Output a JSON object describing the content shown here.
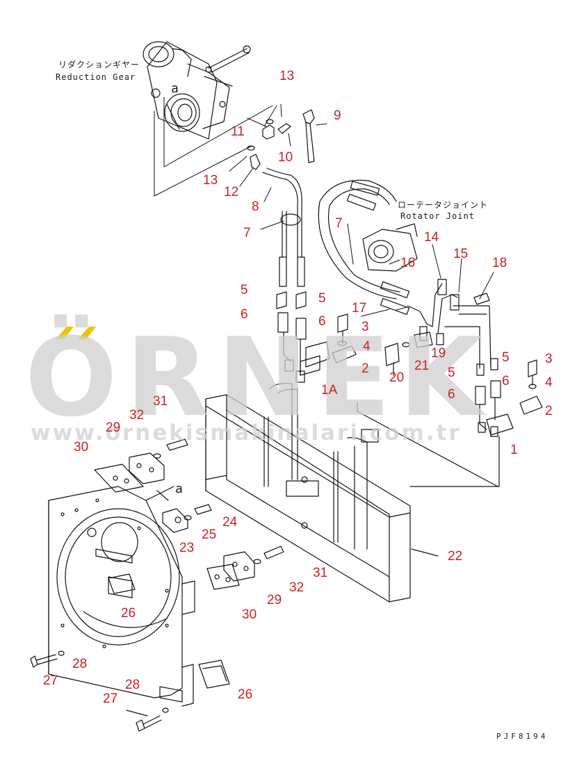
{
  "watermark": {
    "brand": "ÖRNEK",
    "url": "www.ornekismakinalari.com.tr",
    "accent": "#f2c200",
    "text_color": "#c8c8c8"
  },
  "annotations": {
    "reduction_gear_jp": "リダクションギヤー",
    "reduction_gear_en": "Reduction Gear",
    "rotator_joint_jp": "ローテータジョイント",
    "rotator_joint_en": "Rotator Joint",
    "ref_a_top": "a",
    "ref_a_bottom": "a"
  },
  "drawing_code": "PJF8194",
  "parts": {
    "p13a": "13",
    "p11": "11",
    "p10": "10",
    "p9": "9",
    "p13b": "13",
    "p12": "12",
    "p8": "8",
    "p7a": "7",
    "p7b": "7",
    "p14": "14",
    "p15": "15",
    "p16": "16",
    "p18": "18",
    "p5a": "5",
    "p5b": "5",
    "p6a": "6",
    "p6b": "6",
    "p17": "17",
    "p3a": "3",
    "p4a": "4",
    "p2a": "2",
    "p1a": "1A",
    "p20": "20",
    "p21": "21",
    "p19": "19",
    "p5c": "5",
    "p5d": "5",
    "p6c": "6",
    "p6d": "6",
    "p3b": "3",
    "p4b": "4",
    "p2b": "2",
    "p1": "1",
    "p31a": "31",
    "p32a": "32",
    "p29a": "29",
    "p30a": "30",
    "p24": "24",
    "p25": "25",
    "p23": "23",
    "p22": "22",
    "p31b": "31",
    "p32b": "32",
    "p29b": "29",
    "p30b": "30",
    "p26a": "26",
    "p26b": "26",
    "p27a": "27",
    "p27b": "27",
    "p28a": "28",
    "p28b": "28"
  }
}
